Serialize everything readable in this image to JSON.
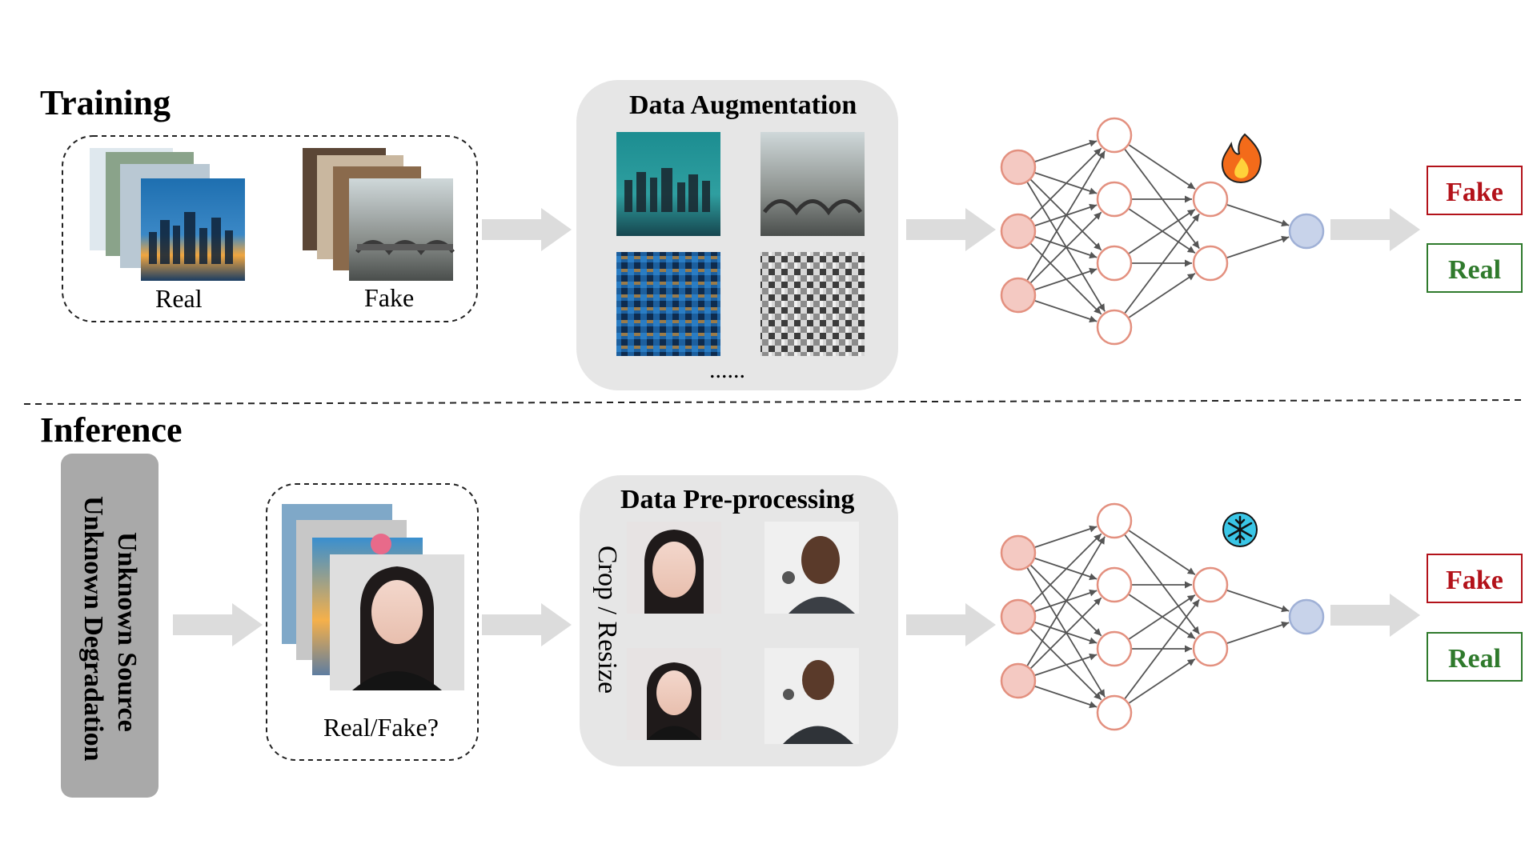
{
  "training": {
    "title": "Training",
    "input_labels": {
      "real": "Real",
      "fake": "Fake"
    },
    "augmentation": {
      "title": "Data Augmentation",
      "ellipsis": "......"
    },
    "model_state_icon": "fire-icon",
    "outputs": {
      "fake": "Fake",
      "real": "Real"
    }
  },
  "inference": {
    "title": "Inference",
    "source_box": {
      "line1": "Unknown Source",
      "line2": "Unknown Degradation"
    },
    "input_label": "Real/Fake?",
    "preprocessing": {
      "title": "Data Pre-processing",
      "side_label": "Crop  /  Resize"
    },
    "model_state_icon": "snowflake-icon",
    "outputs": {
      "fake": "Fake",
      "real": "Real"
    }
  },
  "colors": {
    "panel_gray": "#e6e6e6",
    "source_box_gray": "#a9a9a9",
    "arrow_gray": "#dcdcdc",
    "hidden_node": "#f4c9c2",
    "hidden_node_stroke": "#e3907f",
    "output_node": "#c8d3ea",
    "output_node_stroke": "#9fb0d6",
    "fake_red": "#b3121a",
    "real_green": "#2f7a2c"
  }
}
